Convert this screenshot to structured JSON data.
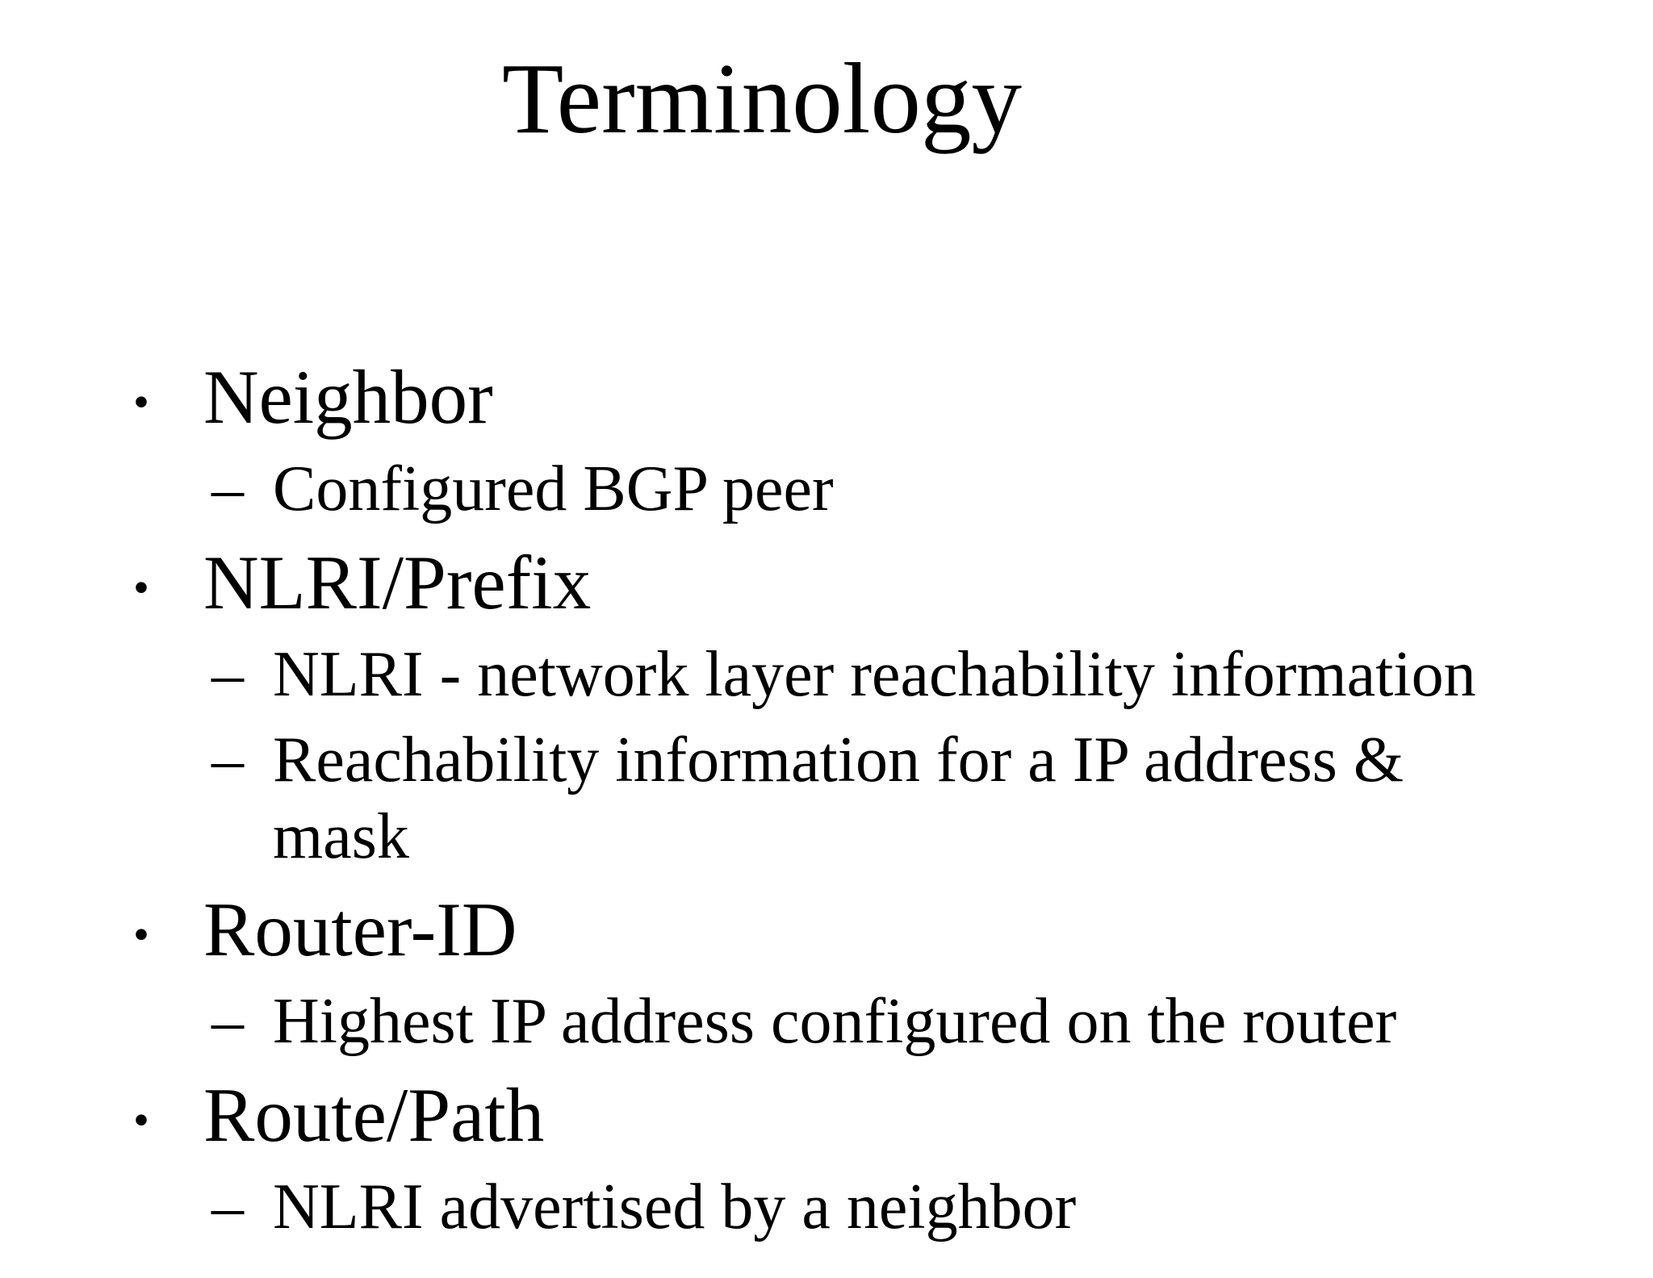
{
  "slide": {
    "title": "Terminology",
    "markers": {
      "level1": "•",
      "level2": "–"
    },
    "bullets": [
      {
        "level": 1,
        "text": "Neighbor"
      },
      {
        "level": 2,
        "text": "Configured BGP peer"
      },
      {
        "level": 1,
        "text": "NLRI/Prefix"
      },
      {
        "level": 2,
        "text": "NLRI - network layer reachability information"
      },
      {
        "level": 2,
        "text": "Reachability information for a IP address &\nmask"
      },
      {
        "level": 1,
        "text": "Router-ID"
      },
      {
        "level": 2,
        "text": "Highest IP address configured on the router"
      },
      {
        "level": 1,
        "text": "Route/Path"
      },
      {
        "level": 2,
        "text": "NLRI advertised by a neighbor"
      }
    ],
    "colors": {
      "background": "#ffffff",
      "text": "#000000"
    }
  }
}
